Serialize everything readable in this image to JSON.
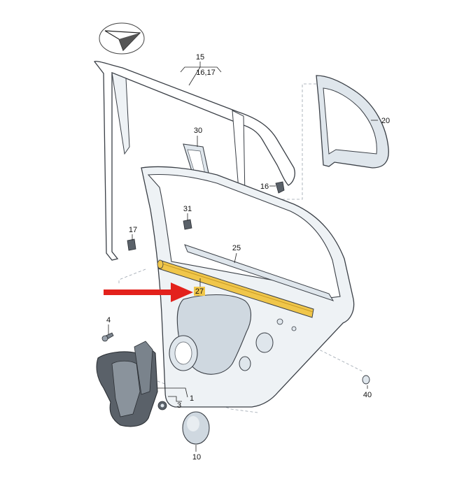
{
  "diagram": {
    "callouts": {
      "c1": "1",
      "c3": "3",
      "c4": "4",
      "c10": "10",
      "c15": "15",
      "c16_17": "16,17",
      "c16": "16",
      "c17": "17",
      "c20": "20",
      "c25": "25",
      "c27": "27",
      "c30": "30",
      "c31": "31",
      "c40": "40"
    },
    "colors": {
      "highlight": "#f0c64a",
      "arrow": "#e3211c",
      "part_fill": "#dfe6ec",
      "part_dark": "#5a6169"
    }
  }
}
